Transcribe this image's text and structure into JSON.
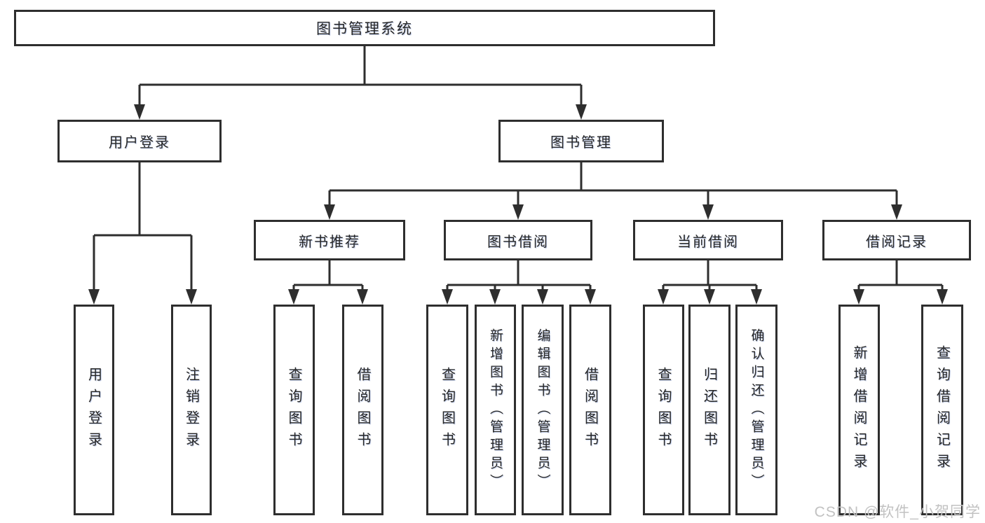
{
  "diagram": {
    "root": "图书管理系统",
    "branches": [
      {
        "label": "用户登录",
        "children": [
          "用户登录",
          "注销登录"
        ]
      },
      {
        "label": "图书管理",
        "sections": [
          {
            "label": "新书推荐",
            "children": [
              "查询图书",
              "借阅图书"
            ]
          },
          {
            "label": "图书借阅",
            "children": [
              "查询图书",
              "新增图书（管理员）",
              "编辑图书（管理员）",
              "借阅图书"
            ]
          },
          {
            "label": "当前借阅",
            "children": [
              "查询图书",
              "归还图书",
              "确认归还（管理员）"
            ]
          },
          {
            "label": "借阅记录",
            "children": [
              "新增借阅记录",
              "查询借阅记录"
            ]
          }
        ]
      }
    ]
  },
  "watermark": "CSDN @软件_小贺同学",
  "colors": {
    "background": "#ffffff",
    "line": "#2e2e2e",
    "text": "#272727",
    "watermark": "#c2c2c2"
  }
}
